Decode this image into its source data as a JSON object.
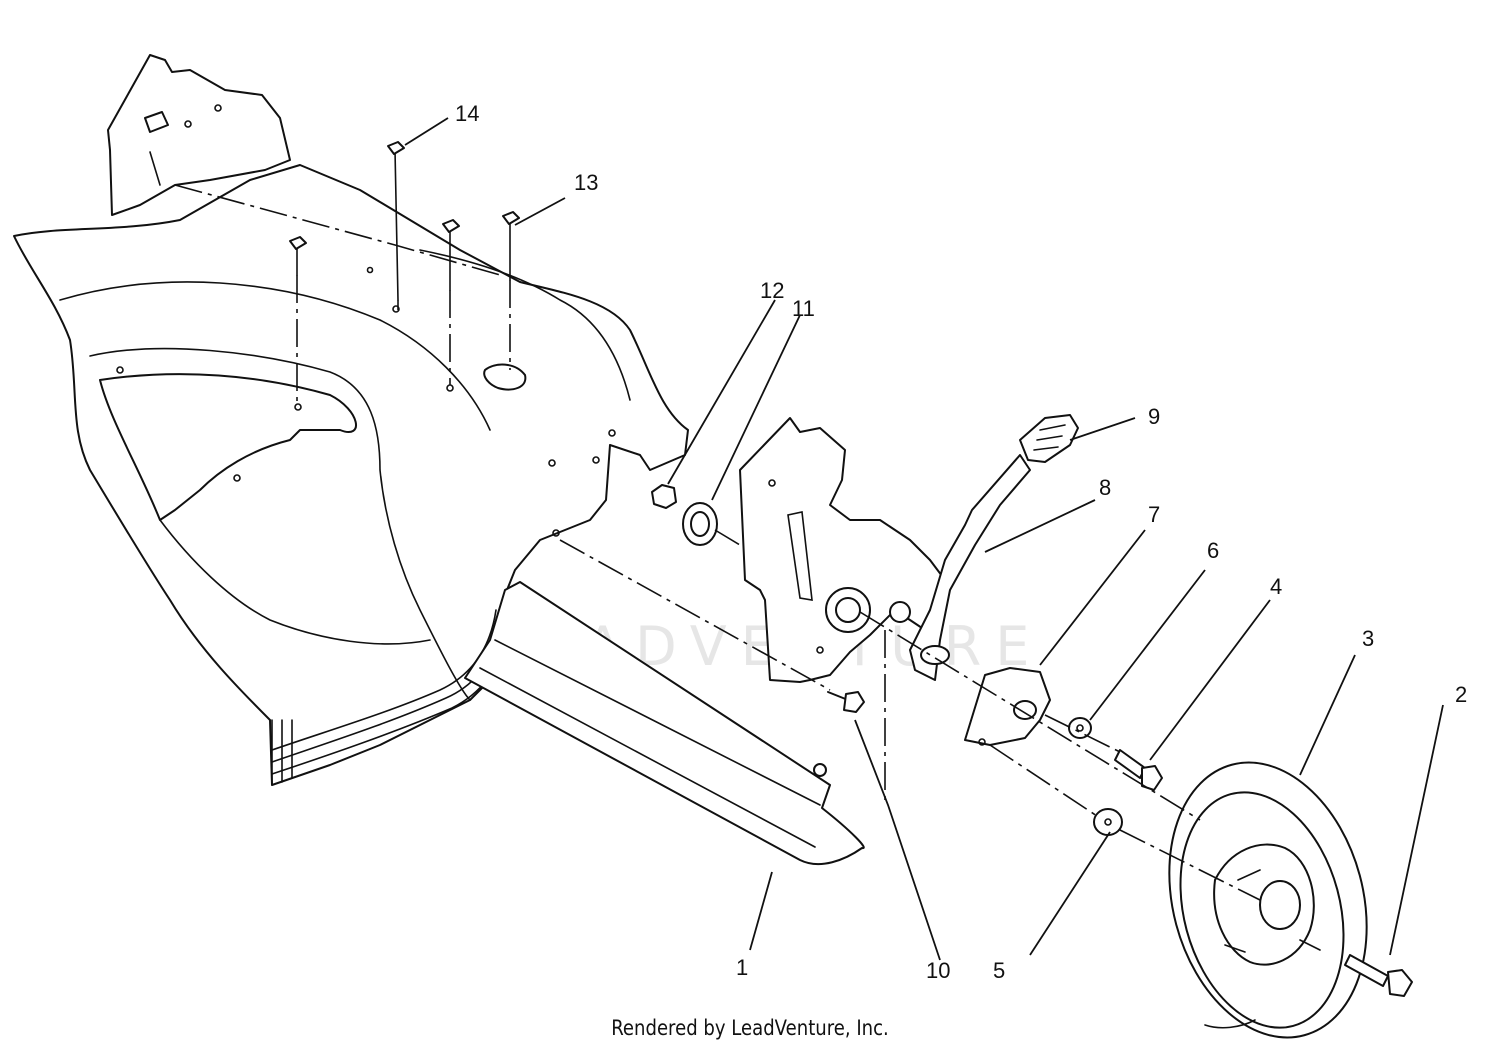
{
  "watermark": "LEADVENTURE",
  "footer": "Rendered by LeadVenture, Inc.",
  "callouts": {
    "c1": "1",
    "c2": "2",
    "c3": "3",
    "c4": "4",
    "c5": "5",
    "c6": "6",
    "c7": "7",
    "c8": "8",
    "c9": "9",
    "c10": "10",
    "c11": "11",
    "c12": "12",
    "c13": "13",
    "c14": "14"
  }
}
